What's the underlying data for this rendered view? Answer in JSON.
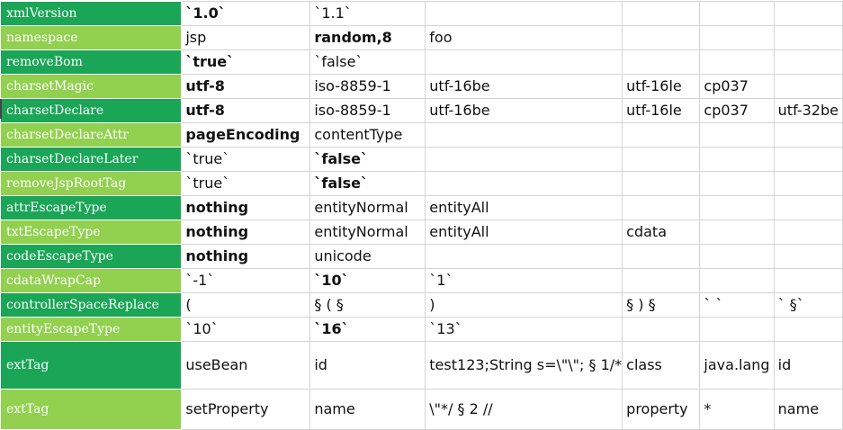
{
  "rows": [
    {
      "key": "xmlVersion",
      "cells": [
        {
          "text": "`1.0`",
          "bold": true
        },
        {
          "text": "`1.1`",
          "bold": false
        },
        {
          "text": ""
        },
        {
          "text": ""
        },
        {
          "text": ""
        },
        {
          "text": ""
        }
      ]
    },
    {
      "key": "namespace",
      "cells": [
        {
          "text": "jsp",
          "bold": false
        },
        {
          "text": "random,8",
          "bold": true
        },
        {
          "text": "foo"
        },
        {
          "text": ""
        },
        {
          "text": ""
        },
        {
          "text": ""
        }
      ]
    },
    {
      "key": "removeBom",
      "cells": [
        {
          "text": "`true`",
          "bold": true
        },
        {
          "text": "`false`"
        },
        {
          "text": ""
        },
        {
          "text": ""
        },
        {
          "text": ""
        },
        {
          "text": ""
        }
      ]
    },
    {
      "key": "charsetMagic",
      "cells": [
        {
          "text": "utf-8",
          "bold": true
        },
        {
          "text": "iso-8859-1"
        },
        {
          "text": "utf-16be"
        },
        {
          "text": "utf-16le"
        },
        {
          "text": "cp037"
        },
        {
          "text": ""
        }
      ]
    },
    {
      "key": "charsetDeclare",
      "cells": [
        {
          "text": "utf-8",
          "bold": true
        },
        {
          "text": "iso-8859-1"
        },
        {
          "text": "utf-16be"
        },
        {
          "text": "utf-16le"
        },
        {
          "text": "cp037"
        },
        {
          "text": "utf-32be"
        }
      ]
    },
    {
      "key": "charsetDeclareAttr",
      "cells": [
        {
          "text": "pageEncoding",
          "bold": true
        },
        {
          "text": "contentType"
        },
        {
          "text": ""
        },
        {
          "text": ""
        },
        {
          "text": ""
        },
        {
          "text": ""
        }
      ]
    },
    {
      "key": "charsetDeclareLater",
      "cells": [
        {
          "text": "`true`"
        },
        {
          "text": "`false`",
          "bold": true
        },
        {
          "text": ""
        },
        {
          "text": ""
        },
        {
          "text": ""
        },
        {
          "text": ""
        }
      ]
    },
    {
      "key": "removeJspRootTag",
      "cells": [
        {
          "text": "`true`"
        },
        {
          "text": "`false`",
          "bold": true
        },
        {
          "text": ""
        },
        {
          "text": ""
        },
        {
          "text": ""
        },
        {
          "text": ""
        }
      ]
    },
    {
      "key": "attrEscapeType",
      "cells": [
        {
          "text": "nothing",
          "bold": true
        },
        {
          "text": "entityNormal"
        },
        {
          "text": "entityAll"
        },
        {
          "text": ""
        },
        {
          "text": ""
        },
        {
          "text": ""
        }
      ]
    },
    {
      "key": "txtEscapeType",
      "cells": [
        {
          "text": "nothing",
          "bold": true
        },
        {
          "text": "entityNormal"
        },
        {
          "text": "entityAll"
        },
        {
          "text": "cdata"
        },
        {
          "text": ""
        },
        {
          "text": ""
        }
      ]
    },
    {
      "key": "codeEscapeType",
      "cells": [
        {
          "text": "nothing",
          "bold": true
        },
        {
          "text": "unicode"
        },
        {
          "text": ""
        },
        {
          "text": ""
        },
        {
          "text": ""
        },
        {
          "text": ""
        }
      ]
    },
    {
      "key": "cdataWrapCap",
      "cells": [
        {
          "text": "`-1`"
        },
        {
          "text": "`10`",
          "bold": true
        },
        {
          "text": "`1`"
        },
        {
          "text": ""
        },
        {
          "text": ""
        },
        {
          "text": ""
        }
      ]
    },
    {
      "key": "controllerSpaceReplace",
      "cells": [
        {
          "text": "("
        },
        {
          "text": "§ ( §"
        },
        {
          "text": ")"
        },
        {
          "text": "§ ) §"
        },
        {
          "text": "` `"
        },
        {
          "text": "` §`"
        }
      ]
    },
    {
      "key": "entityEscapeType",
      "cells": [
        {
          "text": "`10`"
        },
        {
          "text": "`16`",
          "bold": true
        },
        {
          "text": "`13`"
        },
        {
          "text": ""
        },
        {
          "text": ""
        },
        {
          "text": ""
        }
      ]
    },
    {
      "key": "extTag",
      "cells": [
        {
          "text": "useBean"
        },
        {
          "text": "id"
        },
        {
          "text": "test123;String s=\\\"\\\"; § 1/*"
        },
        {
          "text": "class"
        },
        {
          "text": "java.lang"
        },
        {
          "text": "id"
        }
      ]
    },
    {
      "key": "extTag",
      "cells": [
        {
          "text": "setProperty"
        },
        {
          "text": "name"
        },
        {
          "text": "\\\"*/ § 2 //"
        },
        {
          "text": "property"
        },
        {
          "text": "*"
        },
        {
          "text": "name"
        }
      ]
    }
  ]
}
